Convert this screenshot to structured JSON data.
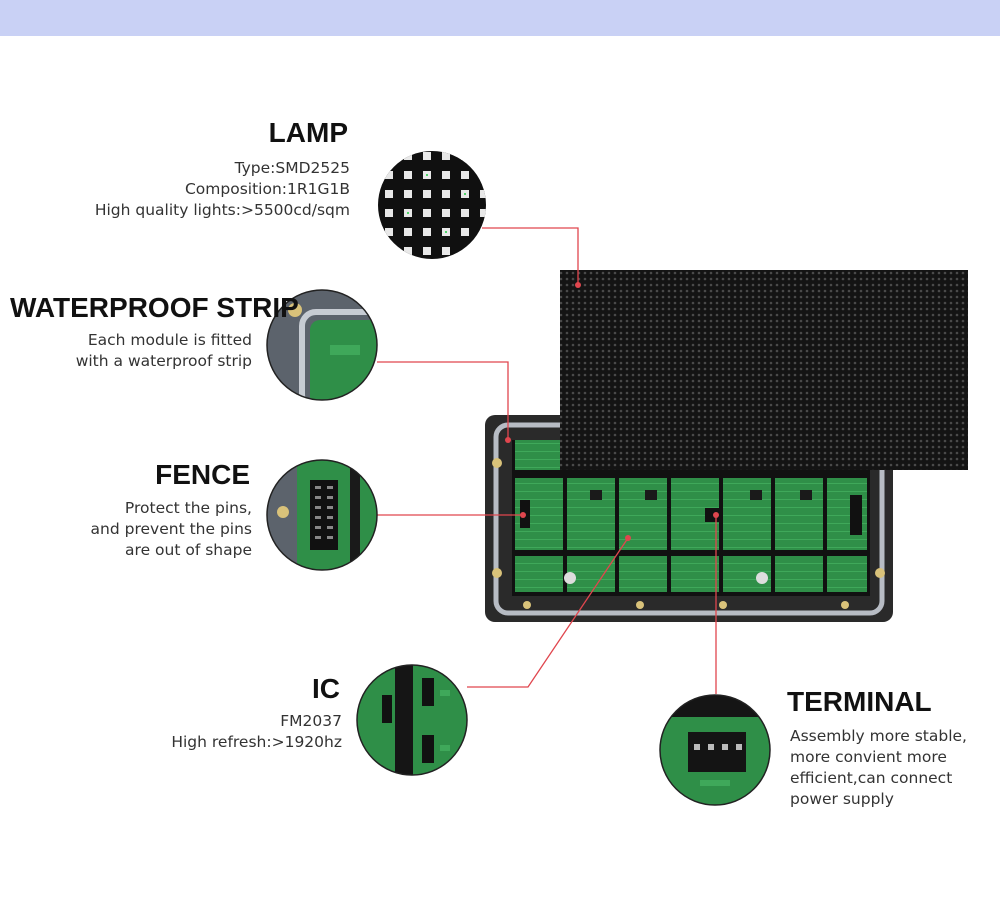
{
  "callouts": {
    "lamp": {
      "title": "LAMP",
      "lines": [
        "Type:SMD2525",
        "Composition:1R1G1B",
        "High quality lights:>5500cd/sqm"
      ]
    },
    "waterproof": {
      "title": "WATERPROOF STRIP",
      "lines": [
        "Each module is fitted",
        "with a waterproof strip"
      ]
    },
    "fence": {
      "title": "FENCE",
      "lines": [
        "Protect the pins,",
        "and prevent the pins",
        "are out of shape"
      ]
    },
    "ic": {
      "title": "IC",
      "lines": [
        "FM2037",
        "High refresh:>1920hz"
      ]
    },
    "terminal": {
      "title": "TERMINAL",
      "lines": [
        "Assembly more stable,",
        "more convient more",
        "efficient,can connect",
        "power supply"
      ]
    }
  },
  "colors": {
    "header_band": "#c9d1f5",
    "leader_line": "#e0464e",
    "pcb_green": "#2f8f48",
    "frame": "#3a3a3a",
    "panel": "#151515"
  },
  "icons": [
    "lamp-closeup-icon",
    "waterproof-closeup-icon",
    "fence-closeup-icon",
    "ic-closeup-icon",
    "terminal-closeup-icon"
  ]
}
